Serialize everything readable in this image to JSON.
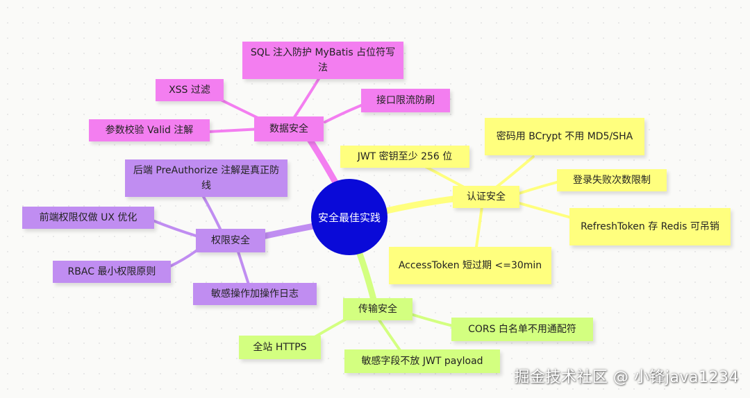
{
  "center": {
    "label": "安全最佳实践",
    "color": "#0a0ad8"
  },
  "branches": {
    "data": {
      "label": "数据安全",
      "color": "#f37ef0",
      "children": [
        "SQL 注入防护 MyBatis 占位符写法",
        "XSS 过滤",
        "接口限流防刷",
        "参数校验 Valid 注解"
      ]
    },
    "auth": {
      "label": "认证安全",
      "color": "#ffff7e",
      "children": [
        "密码用 BCrypt 不用 MD5/SHA",
        "JWT 密钥至少 256 位",
        "登录失败次数限制",
        "RefreshToken 存 Redis 可吊销",
        "AccessToken 短过期 <=30min"
      ]
    },
    "perm": {
      "label": "权限安全",
      "color": "#c08df1",
      "children": [
        "后端 PreAuthorize 注解是真正防线",
        "前端权限仅做 UX 优化",
        "RBAC 最小权限原则",
        "敏感操作加操作日志"
      ]
    },
    "trans": {
      "label": "传输安全",
      "color": "#d3ff80",
      "children": [
        "全站 HTTPS",
        "CORS 白名单不用通配符",
        "敏感字段不放 JWT payload"
      ]
    }
  },
  "watermark": "掘金技术社区 @ 小锋java1234"
}
